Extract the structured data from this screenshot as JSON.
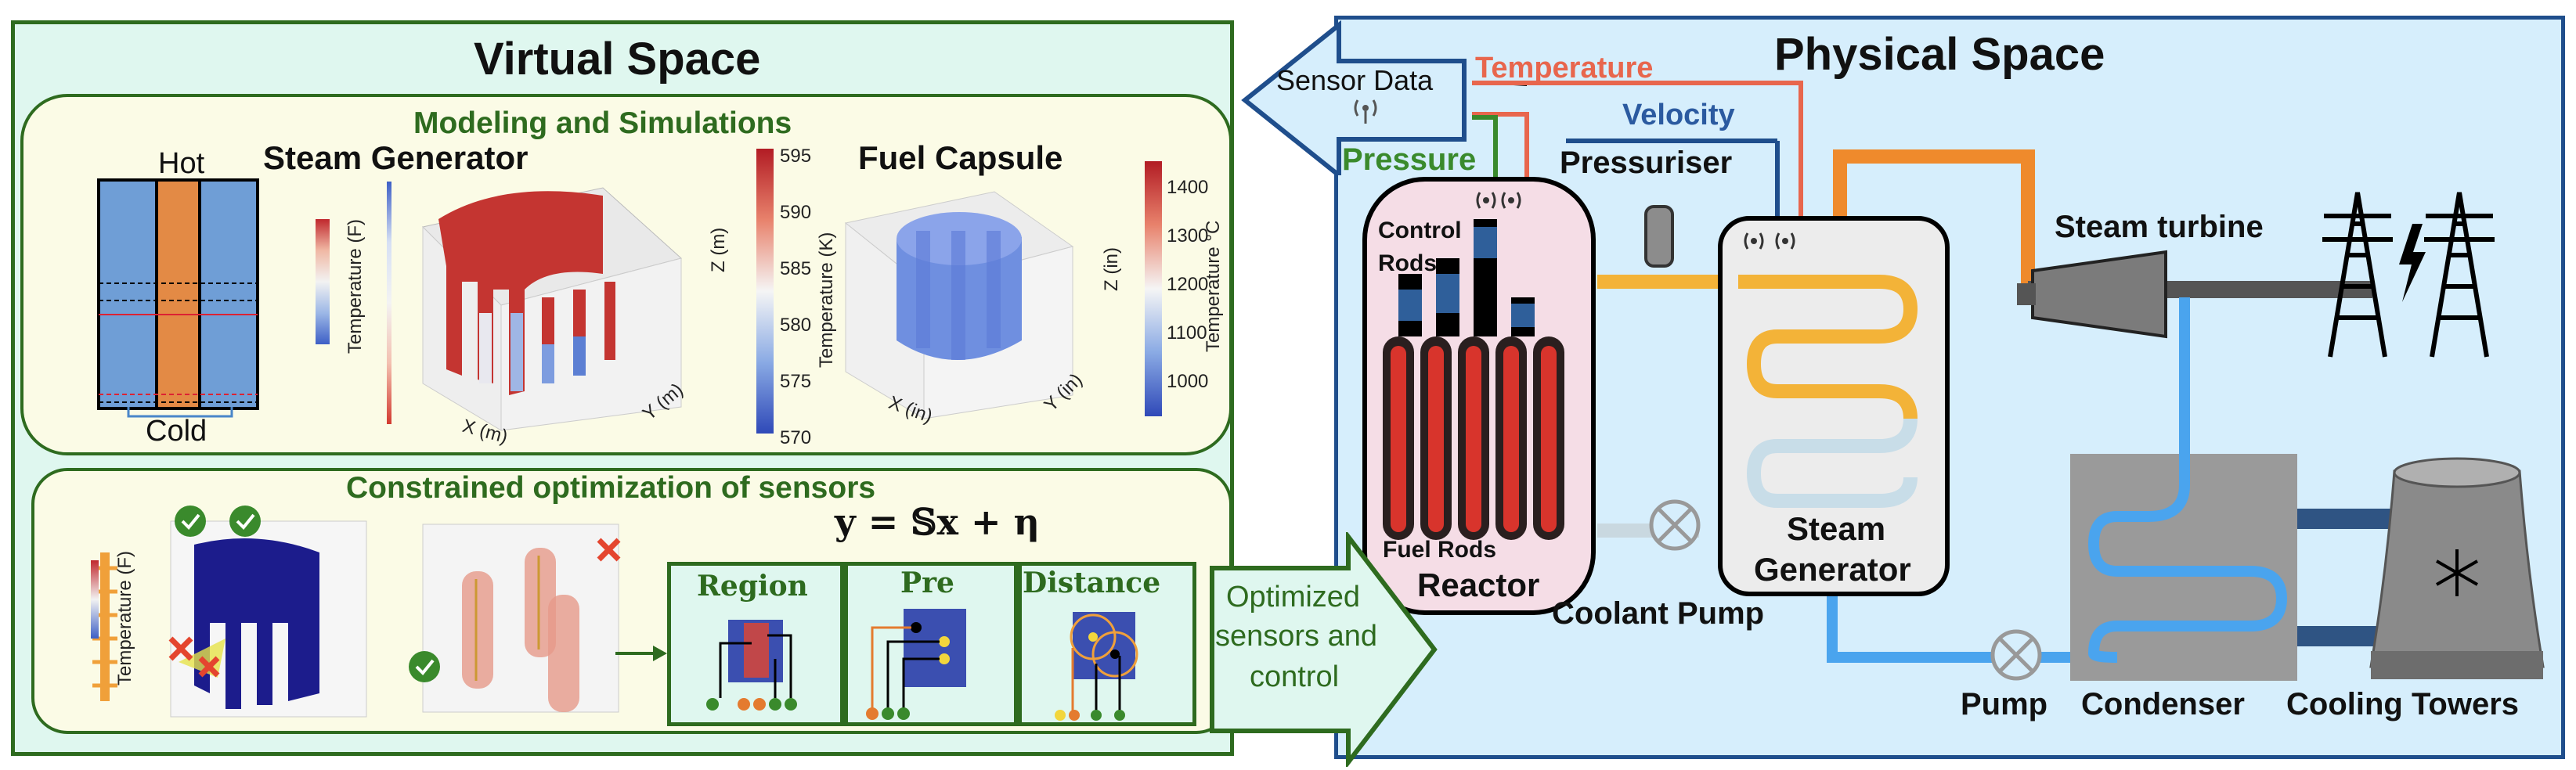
{
  "virtual": {
    "title": "Virtual Space",
    "modeling": {
      "title": "Modeling and Simulations",
      "hot": "Hot",
      "cold": "Cold",
      "steam_generator": {
        "title": "Steam Generator",
        "colorbar_label": "Temperature (F)",
        "temp_label": "Temperature (K)",
        "temp_ticks": [
          "595",
          "590",
          "585",
          "580",
          "575",
          "570"
        ],
        "x_label": "X (m)",
        "y_label": "Y (m)",
        "z_label": "Z (m)"
      },
      "fuel_capsule": {
        "title": "Fuel Capsule",
        "temp_label": "Temperature °C",
        "temp_ticks": [
          "1400",
          "1300",
          "1200",
          "1100",
          "1000"
        ],
        "x_label": "X (in)",
        "y_label": "Y (in)",
        "z_label": "Z (in)"
      }
    },
    "optimization": {
      "title": "Constrained optimization of sensors",
      "colorbar_label": "Temperature (F)",
      "equation": "y = 𝕊x + η",
      "boxes": [
        "Region",
        "Pre",
        "Distance"
      ]
    }
  },
  "physical": {
    "title": "Physical Space",
    "sensor_data": "Sensor Data",
    "temperature": "Temperature",
    "velocity": "Velocity",
    "pressure": "Pressure",
    "pressuriser": "Pressuriser",
    "control_rods_1": "Control",
    "control_rods_2": "Rods",
    "fuel_rods": "Fuel Rods",
    "reactor": "Reactor",
    "steam_generator_1": "Steam",
    "steam_generator_2": "Generator",
    "coolant_pump": "Coolant Pump",
    "steam_turbine": "Steam turbine",
    "pump": "Pump",
    "condenser": "Condenser",
    "cooling_towers": "Cooling Towers"
  },
  "optimized_arrow": {
    "line1": "Optimized",
    "line2": "sensors and",
    "line3": "control"
  },
  "colors": {
    "virtual_border": "#2e6b1f",
    "virtual_bg": "#dff7ef",
    "physical_border": "#1f4e8c",
    "physical_bg": "#d6eefc",
    "panel_bg": "#fbfbe6",
    "temperature": "#e8664d",
    "velocity": "#2b5aa0",
    "pressure": "#3a8a2c",
    "hot_pipe": "#f3b338",
    "cold_pipe": "#b9d6e6",
    "turbine_pipe": "#ef8a2c",
    "water_pipe": "#4aa4ee"
  }
}
